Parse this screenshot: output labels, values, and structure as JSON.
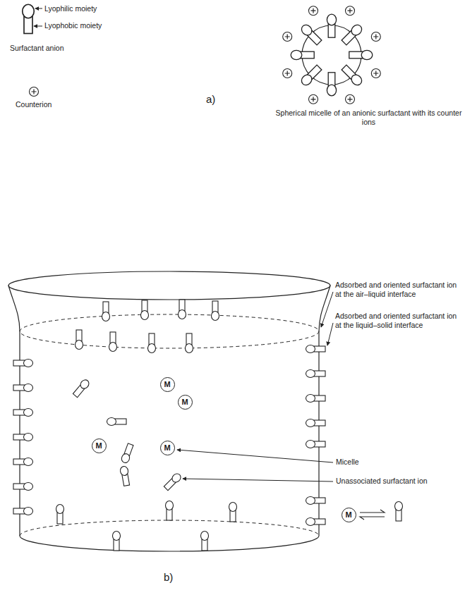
{
  "diagram": {
    "nodes": [
      {
        "text": [
          "M"
        ]
      },
      {
        "text": [
          "M"
        ]
      },
      {
        "text": [
          "M"
        ]
      },
      {
        "text": [
          "M"
        ]
      },
      {
        "text": [
          "M"
        ]
      }
    ],
    "labels": [
      "Lyophilic moiety",
      "Lyophobic moiety",
      "Surfactant anion",
      "Counterion",
      "a)",
      "Spherical micelle of an anionic surfactant with its counter ions",
      "Adsorbed and oriented surfactant ion at the air–liquid interface",
      "Adsorbed and oriented surfactant ion at the liquid–solid interface",
      "Micelle",
      "Unassociated surfactant ion",
      "b)"
    ]
  }
}
